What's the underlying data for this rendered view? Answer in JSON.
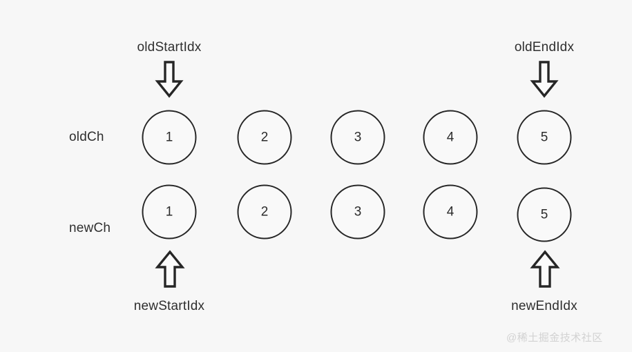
{
  "canvas": {
    "background": "#f7f7f7",
    "stroke_color": "#262626",
    "text_color": "#2f2f2f"
  },
  "pointers": {
    "top_left": {
      "label": "oldStartIdx",
      "icon": "arrow-down-icon",
      "direction": "down"
    },
    "top_right": {
      "label": "oldEndIdx",
      "icon": "arrow-down-icon",
      "direction": "down"
    },
    "bottom_left": {
      "label": "newStartIdx",
      "icon": "arrow-up-icon",
      "direction": "up"
    },
    "bottom_right": {
      "label": "newEndIdx",
      "icon": "arrow-up-icon",
      "direction": "up"
    }
  },
  "rows": [
    {
      "label": "oldCh",
      "nodes": [
        {
          "value": "1"
        },
        {
          "value": "2"
        },
        {
          "value": "3"
        },
        {
          "value": "4"
        },
        {
          "value": "5"
        }
      ]
    },
    {
      "label": "newCh",
      "nodes": [
        {
          "value": "1"
        },
        {
          "value": "2"
        },
        {
          "value": "3"
        },
        {
          "value": "4"
        },
        {
          "value": "5"
        }
      ]
    }
  ],
  "watermark": {
    "text": "@稀土掘金技术社区"
  }
}
